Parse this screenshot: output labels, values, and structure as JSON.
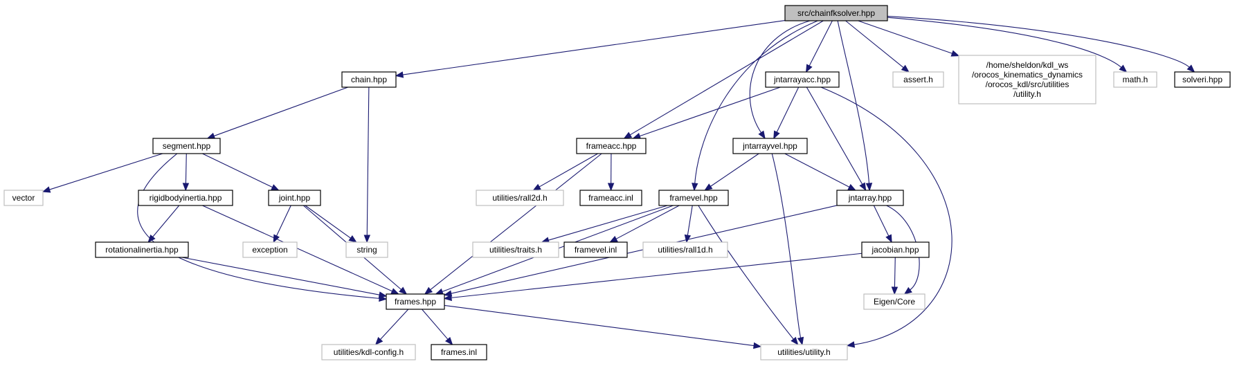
{
  "diagram": {
    "colors": {
      "edge": "#191970",
      "root_fill": "#bfbfbf",
      "internal_border": "#000000",
      "external_border": "#bfbfbf"
    },
    "nodes": [
      {
        "id": "chainfksolver",
        "lines": [
          "src/chainfksolver.hpp"
        ],
        "kind": "root"
      },
      {
        "id": "chain",
        "lines": [
          "chain.hpp"
        ],
        "kind": "internal"
      },
      {
        "id": "segment",
        "lines": [
          "segment.hpp"
        ],
        "kind": "internal"
      },
      {
        "id": "vector",
        "lines": [
          "vector"
        ],
        "kind": "external"
      },
      {
        "id": "rigidbodyinertia",
        "lines": [
          "rigidbodyinertia.hpp"
        ],
        "kind": "internal"
      },
      {
        "id": "joint",
        "lines": [
          "joint.hpp"
        ],
        "kind": "internal"
      },
      {
        "id": "rotationalinertia",
        "lines": [
          "rotationalinertia.hpp"
        ],
        "kind": "internal"
      },
      {
        "id": "exception",
        "lines": [
          "exception"
        ],
        "kind": "external"
      },
      {
        "id": "string",
        "lines": [
          "string"
        ],
        "kind": "external"
      },
      {
        "id": "frames",
        "lines": [
          "frames.hpp"
        ],
        "kind": "internal"
      },
      {
        "id": "kdlconfig",
        "lines": [
          "utilities/kdl-config.h"
        ],
        "kind": "external"
      },
      {
        "id": "framesinl",
        "lines": [
          "frames.inl"
        ],
        "kind": "internal"
      },
      {
        "id": "frameacc",
        "lines": [
          "frameacc.hpp"
        ],
        "kind": "internal"
      },
      {
        "id": "rall2d",
        "lines": [
          "utilities/rall2d.h"
        ],
        "kind": "external"
      },
      {
        "id": "frameaccinl",
        "lines": [
          "frameacc.inl"
        ],
        "kind": "internal"
      },
      {
        "id": "jntarrayacc",
        "lines": [
          "jntarrayacc.hpp"
        ],
        "kind": "internal"
      },
      {
        "id": "jntarrayvel",
        "lines": [
          "jntarrayvel.hpp"
        ],
        "kind": "internal"
      },
      {
        "id": "framevel",
        "lines": [
          "framevel.hpp"
        ],
        "kind": "internal"
      },
      {
        "id": "traits",
        "lines": [
          "utilities/traits.h"
        ],
        "kind": "external"
      },
      {
        "id": "framevelinl",
        "lines": [
          "framevel.inl"
        ],
        "kind": "internal"
      },
      {
        "id": "rall1d",
        "lines": [
          "utilities/rall1d.h"
        ],
        "kind": "external"
      },
      {
        "id": "utility",
        "lines": [
          "utilities/utility.h"
        ],
        "kind": "external"
      },
      {
        "id": "jntarray",
        "lines": [
          "jntarray.hpp"
        ],
        "kind": "internal"
      },
      {
        "id": "jacobian",
        "lines": [
          "jacobian.hpp"
        ],
        "kind": "internal"
      },
      {
        "id": "eigencore",
        "lines": [
          "Eigen/Core"
        ],
        "kind": "external"
      },
      {
        "id": "asserth",
        "lines": [
          "assert.h"
        ],
        "kind": "external"
      },
      {
        "id": "utilityfull",
        "lines": [
          "/home/sheldon/kdl_ws",
          "/orocos_kinematics_dynamics",
          "/orocos_kdl/src/utilities",
          "/utility.h"
        ],
        "kind": "external"
      },
      {
        "id": "mathh",
        "lines": [
          "math.h"
        ],
        "kind": "external"
      },
      {
        "id": "solveri",
        "lines": [
          "solveri.hpp"
        ],
        "kind": "internal"
      }
    ],
    "edges": [
      {
        "from": "chainfksolver",
        "to": "chain"
      },
      {
        "from": "chainfksolver",
        "to": "frameacc"
      },
      {
        "from": "chainfksolver",
        "to": "jntarrayvel"
      },
      {
        "from": "chainfksolver",
        "to": "framevel"
      },
      {
        "from": "chainfksolver",
        "to": "jntarrayacc"
      },
      {
        "from": "chainfksolver",
        "to": "jntarray"
      },
      {
        "from": "chainfksolver",
        "to": "asserth"
      },
      {
        "from": "chainfksolver",
        "to": "utilityfull"
      },
      {
        "from": "chainfksolver",
        "to": "mathh"
      },
      {
        "from": "chainfksolver",
        "to": "solveri"
      },
      {
        "from": "chain",
        "to": "segment"
      },
      {
        "from": "chain",
        "to": "string"
      },
      {
        "from": "segment",
        "to": "vector"
      },
      {
        "from": "segment",
        "to": "rigidbodyinertia"
      },
      {
        "from": "segment",
        "to": "joint"
      },
      {
        "from": "segment",
        "to": "frames"
      },
      {
        "from": "rigidbodyinertia",
        "to": "rotationalinertia"
      },
      {
        "from": "rigidbodyinertia",
        "to": "frames"
      },
      {
        "from": "rotationalinertia",
        "to": "frames"
      },
      {
        "from": "joint",
        "to": "exception"
      },
      {
        "from": "joint",
        "to": "string"
      },
      {
        "from": "joint",
        "to": "frames"
      },
      {
        "from": "frames",
        "to": "kdlconfig"
      },
      {
        "from": "frames",
        "to": "framesinl"
      },
      {
        "from": "frames",
        "to": "utility"
      },
      {
        "from": "frameacc",
        "to": "frames"
      },
      {
        "from": "frameacc",
        "to": "rall2d"
      },
      {
        "from": "frameacc",
        "to": "frameaccinl"
      },
      {
        "from": "jntarrayacc",
        "to": "frameacc"
      },
      {
        "from": "jntarrayacc",
        "to": "jntarrayvel"
      },
      {
        "from": "jntarrayacc",
        "to": "jntarray"
      },
      {
        "from": "jntarrayacc",
        "to": "utility"
      },
      {
        "from": "jntarrayvel",
        "to": "framevel"
      },
      {
        "from": "jntarrayvel",
        "to": "jntarray"
      },
      {
        "from": "jntarrayvel",
        "to": "utility"
      },
      {
        "from": "framevel",
        "to": "frames"
      },
      {
        "from": "framevel",
        "to": "traits"
      },
      {
        "from": "framevel",
        "to": "framevelinl"
      },
      {
        "from": "framevel",
        "to": "rall1d"
      },
      {
        "from": "framevel",
        "to": "utility"
      },
      {
        "from": "jntarray",
        "to": "frames"
      },
      {
        "from": "jntarray",
        "to": "jacobian"
      },
      {
        "from": "jntarray",
        "to": "eigencore"
      },
      {
        "from": "jacobian",
        "to": "frames"
      },
      {
        "from": "jacobian",
        "to": "eigencore"
      }
    ]
  }
}
